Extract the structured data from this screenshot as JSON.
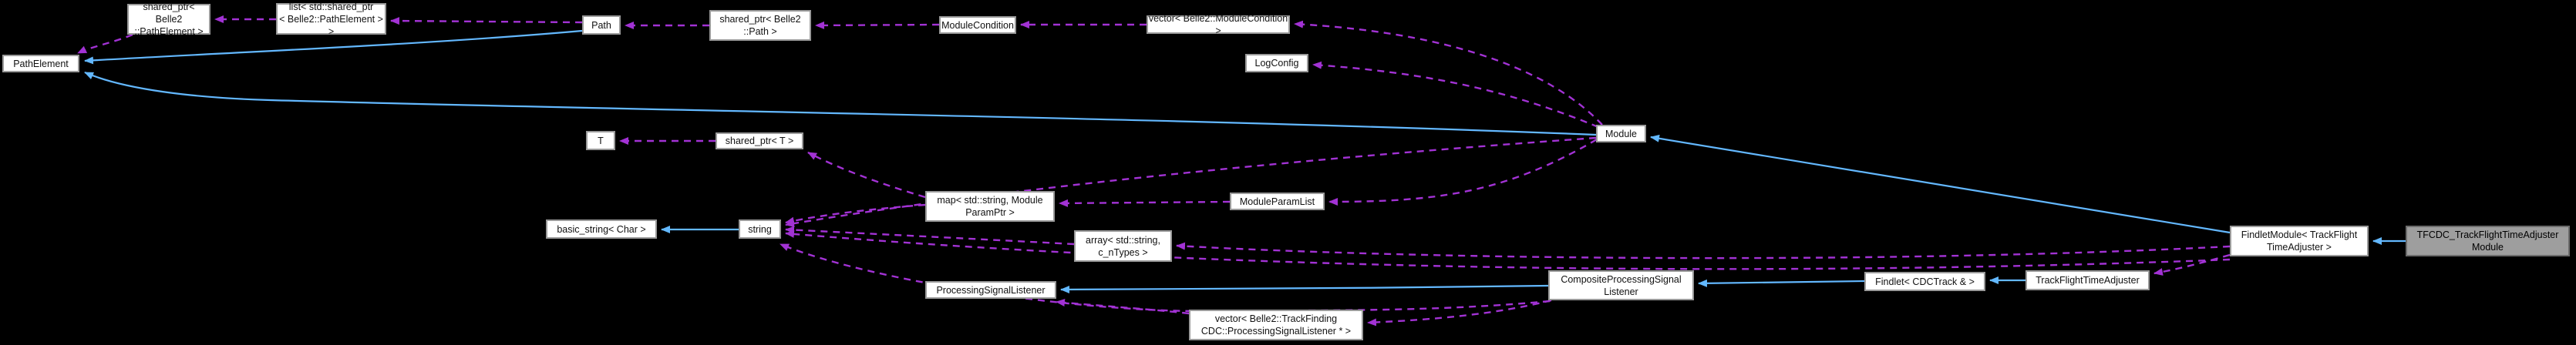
{
  "diagram": {
    "type": "collaboration-graph",
    "background_color": "#000000",
    "edge_colors": {
      "inheritance": "#63b8ff",
      "usage": "#a232d4"
    },
    "node_style": {
      "fill": "#ffffff",
      "border": "#9a9a9a",
      "text": "#111111"
    },
    "highlight_node_style": {
      "fill": "#9e9e9e",
      "border": "#6b6b6b",
      "text": "#000000"
    },
    "nodes": [
      {
        "id": "shared-ptr-pathelement",
        "label": "shared_ptr< Belle2\n::PathElement >"
      },
      {
        "id": "list-shared-ptr-pathelement",
        "label": "list< std::shared_ptr\n< Belle2::PathElement > >"
      },
      {
        "id": "pathelement",
        "label": "PathElement"
      },
      {
        "id": "path",
        "label": "Path"
      },
      {
        "id": "shared-ptr-path",
        "label": "shared_ptr< Belle2\n::Path >"
      },
      {
        "id": "modulecondition",
        "label": "ModuleCondition"
      },
      {
        "id": "vector-modulecondition",
        "label": "vector< Belle2::ModuleCondition >"
      },
      {
        "id": "logconfig",
        "label": "LogConfig"
      },
      {
        "id": "module",
        "label": "Module"
      },
      {
        "id": "t",
        "label": "T"
      },
      {
        "id": "shared-ptr-t",
        "label": "shared_ptr< T >"
      },
      {
        "id": "map-string-moduleparamptr",
        "label": "map< std::string, Module\nParamPtr >"
      },
      {
        "id": "moduleparamlist",
        "label": "ModuleParamList"
      },
      {
        "id": "basic-string-char",
        "label": "basic_string< Char >"
      },
      {
        "id": "string",
        "label": "string"
      },
      {
        "id": "array-string-cntypes",
        "label": "array< std::string,\nc_nTypes >"
      },
      {
        "id": "processingsignallistener",
        "label": "ProcessingSignalListener"
      },
      {
        "id": "vector-processingsignallistener",
        "label": "vector< Belle2::TrackFinding\nCDC::ProcessingSignalListener * >"
      },
      {
        "id": "compositeprocessingsignallistener",
        "label": "CompositeProcessingSignal\nListener"
      },
      {
        "id": "findlet-cdctrack",
        "label": "Findlet< CDCTrack & >"
      },
      {
        "id": "trackflighttimeadjuster",
        "label": "TrackFlightTimeAdjuster"
      },
      {
        "id": "findletmodule-trackflighttimeadjuster",
        "label": "FindletModule< TrackFlight\nTimeAdjuster >"
      },
      {
        "id": "tfcdc-trackflighttimeadjustermodule",
        "label": "TFCDC_TrackFlightTimeAdjuster\nModule",
        "highlight": true
      }
    ]
  }
}
